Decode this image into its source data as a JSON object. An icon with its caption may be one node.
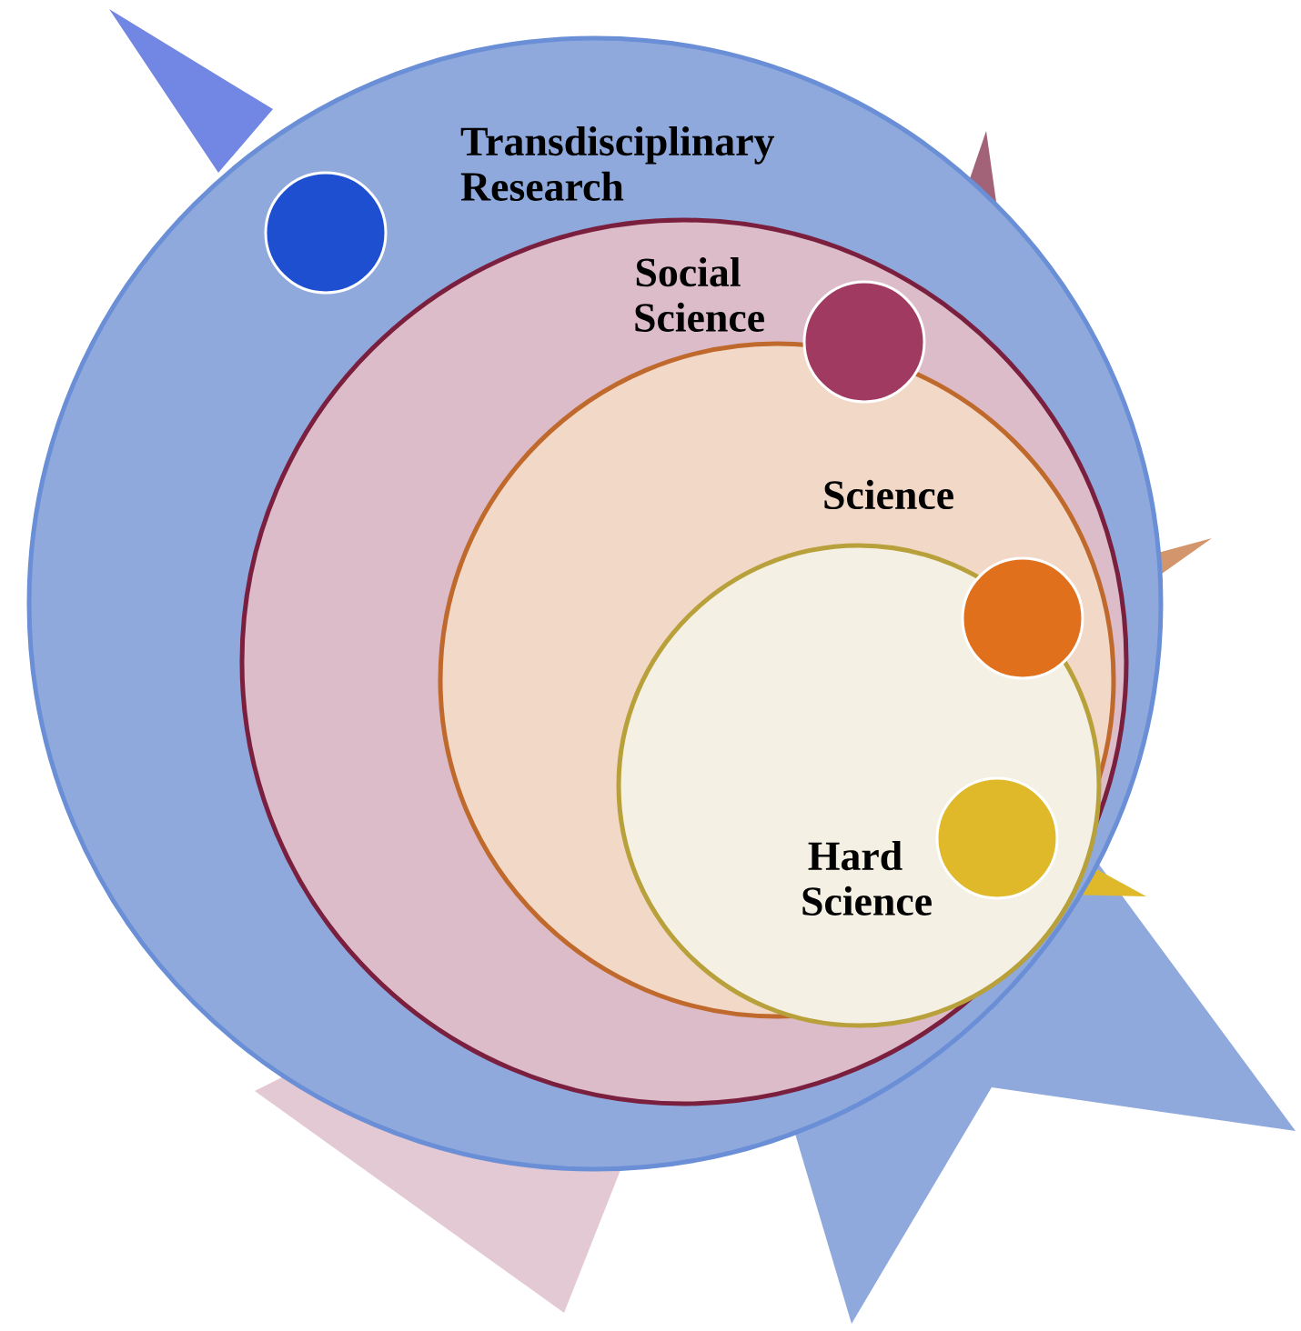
{
  "diagram": {
    "nodes": [
      {
        "text": [
          "Transdisciplinary Research"
        ]
      },
      {
        "text": [
          "Social Science"
        ],
        "in": 0
      },
      {
        "text": [
          "Science"
        ],
        "in": 1
      },
      {
        "text": [
          "Hard Science"
        ],
        "in": 2
      }
    ]
  }
}
